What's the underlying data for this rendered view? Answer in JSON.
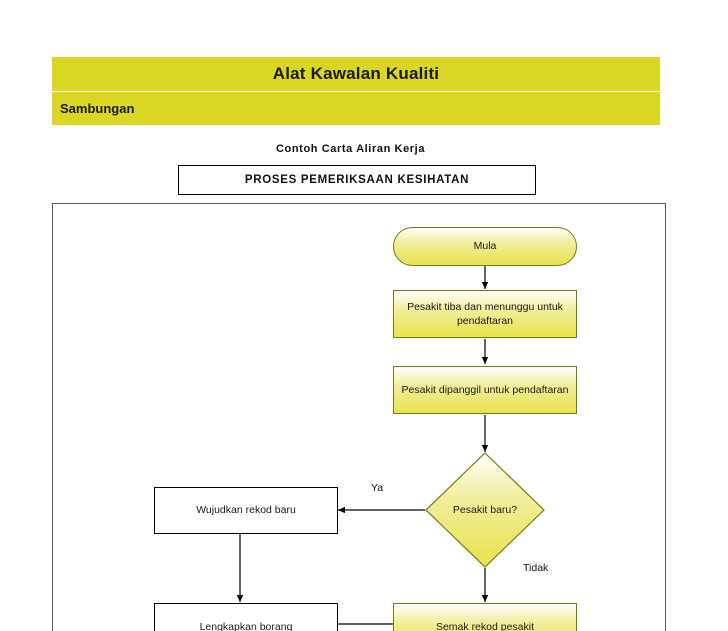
{
  "header": {
    "title": "Alat Kawalan Kualiti",
    "subtitle": "Sambungan",
    "bar_color": "#d9d624"
  },
  "caption": "Contoh Carta Aliran Kerja",
  "process_title": "PROSES PEMERIKSAAN KESIHATAN",
  "chart_data": {
    "type": "flowchart",
    "title": "PROSES PEMERIKSAAN KESIHATAN",
    "nodes": [
      {
        "id": "start",
        "shape": "terminator",
        "label": "Mula"
      },
      {
        "id": "tiba",
        "shape": "process",
        "label": "Pesakit tiba dan menunggu untuk pendaftaran"
      },
      {
        "id": "panggil",
        "shape": "process",
        "label": "Pesakit dipanggil untuk pendaftaran"
      },
      {
        "id": "baru",
        "shape": "decision",
        "label": "Pesakit baru?"
      },
      {
        "id": "rekod",
        "shape": "process",
        "label": "Wujudkan rekod baru"
      },
      {
        "id": "borang",
        "shape": "process",
        "label": "Lengkapkan borang"
      },
      {
        "id": "semak",
        "shape": "process",
        "label": "Semak rekod pesakit"
      }
    ],
    "edges": [
      {
        "from": "start",
        "to": "tiba",
        "label": ""
      },
      {
        "from": "tiba",
        "to": "panggil",
        "label": ""
      },
      {
        "from": "panggil",
        "to": "baru",
        "label": ""
      },
      {
        "from": "baru",
        "to": "rekod",
        "label": "Ya"
      },
      {
        "from": "baru",
        "to": "semak",
        "label": "Tidak"
      },
      {
        "from": "rekod",
        "to": "borang",
        "label": ""
      },
      {
        "from": "borang",
        "to": "semak",
        "label": ""
      }
    ],
    "labels": {
      "yes": "Ya",
      "no": "Tidak"
    },
    "node_fill": "#e8e24a",
    "node_border": "#7a7a10"
  }
}
